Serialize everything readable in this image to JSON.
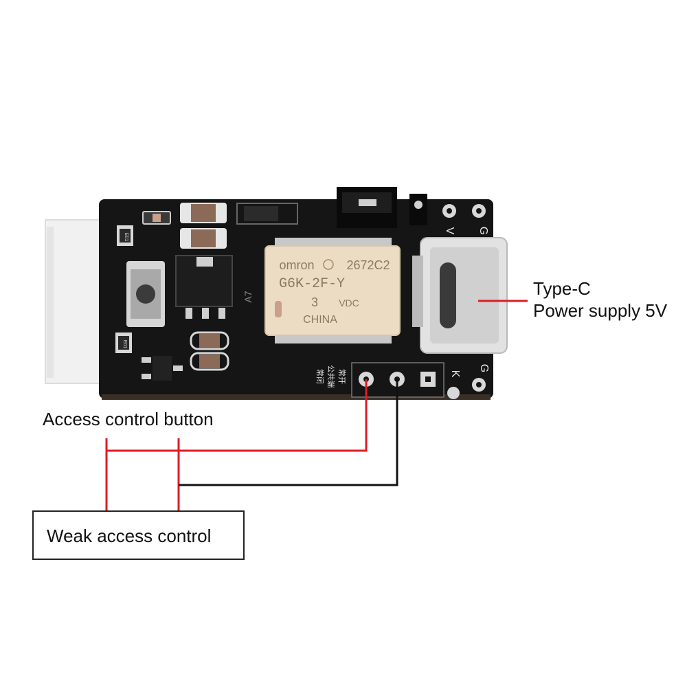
{
  "labels": {
    "access_control_button": "Access control button",
    "type_c": "Type-C",
    "power_supply": "Power supply 5V",
    "weak_access_control": "Weak access control"
  },
  "board": {
    "relay_brand": "omron",
    "relay_lot": "2672C2",
    "relay_model": "G6K-2F-Y",
    "relay_voltage": "3",
    "relay_vdc": "VDC",
    "relay_origin": "CHINA",
    "pin_v": "V",
    "pin_g_top": "G",
    "pin_g_bottom": "G",
    "pin_k": "K",
    "terminal_nc": "常闭",
    "terminal_com": "公共端",
    "terminal_no": "常开",
    "smd_e01_top": "E01",
    "smd_e01_bottom": "E01",
    "smd_a7": "A7"
  },
  "colors": {
    "wire_red": "#e01b24",
    "wire_black": "#111111",
    "pcb": "#141414",
    "relay_body": "#ecdcc3"
  }
}
